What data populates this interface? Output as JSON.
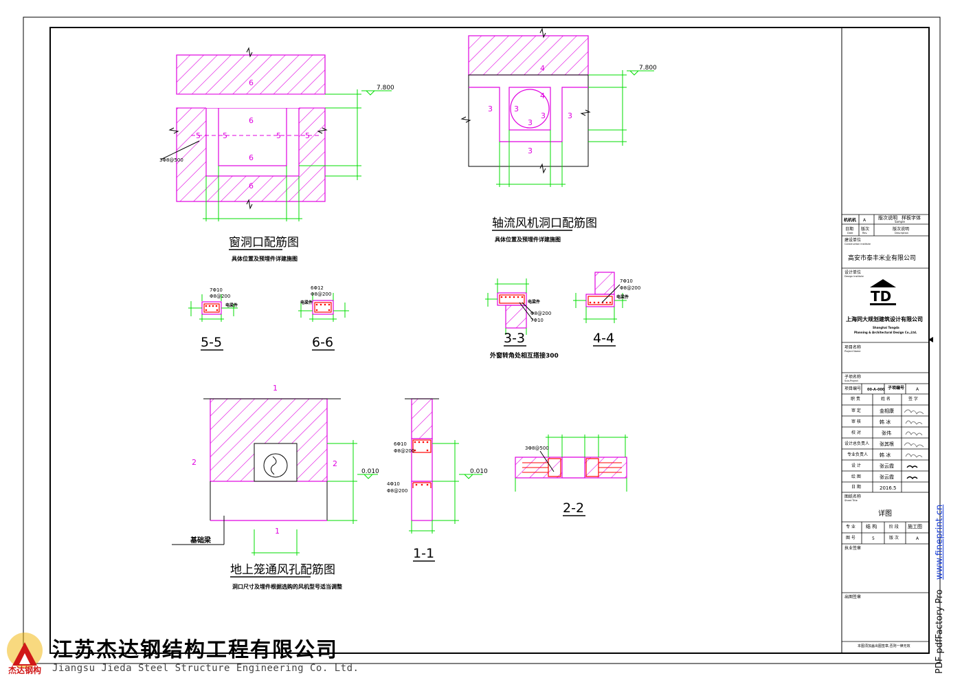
{
  "colors": {
    "frame": "#000000",
    "concrete": "#e000e0",
    "rebar": "#ff0000",
    "dimension": "#00dd00",
    "label": "#e000e0",
    "link": "#1a3fd6",
    "brand_red": "#d01818",
    "brand_yellow": "#f2b400"
  },
  "drawings": {
    "window": {
      "title": "窗洞口配筋图",
      "note": "具体位置及预埋件详建施图",
      "marks": {
        "six": "6",
        "five": "5"
      },
      "rebar_note": "3Φ8@500",
      "elev": "7.800"
    },
    "fan": {
      "title": "轴流风机洞口配筋图",
      "note": "具体位置及预埋件详建施图",
      "marks": {
        "four": "4",
        "three": "3"
      },
      "elev": "7.800"
    },
    "s55": {
      "label": "5-5",
      "top": "7Φ10",
      "stirrup": "Φ8@200",
      "tag": "电梁件"
    },
    "s66": {
      "label": "6-6",
      "top": "6Φ12",
      "stirrup": "Φ8@200",
      "tag": "电梁件"
    },
    "s33": {
      "label": "3-3",
      "tag": "电梁件",
      "stirrup": "Φ8@200",
      "bottom": "7Φ10",
      "note": "外窗转角处相互搭接300"
    },
    "s44": {
      "label": "4-4",
      "top": "7Φ10",
      "stirrup": "Φ8@200",
      "tag": "电梁件"
    },
    "ground": {
      "title": "地上笼通风孔配筋图",
      "note": "洞口尺寸及埋件根据选购的风机型号适当调整",
      "marks": {
        "one": "1",
        "two": "2"
      },
      "beam": "基础梁",
      "elev": "0.010"
    },
    "s11": {
      "label": "1-1",
      "top": "6Φ10",
      "top_stirrup": "Φ8@200",
      "bottom": "4Φ10",
      "bottom_stirrup": "Φ8@200",
      "elev": "0.010"
    },
    "s22": {
      "label": "2-2",
      "rebar": "3Φ8@500"
    }
  },
  "title_block": {
    "rev_head": [
      "版次说明",
      "样板字体"
    ],
    "rev_sample": "Sample",
    "rev_row": [
      "机机机",
      "A"
    ],
    "rev_cols": [
      "日期",
      "版次",
      "版次说明"
    ],
    "rev_cols_en": [
      "Date",
      "Rev.",
      "Description"
    ],
    "client_label": "建设单位",
    "client_label_en": "Construction Institute",
    "client": "高安市泰丰米业有限公司",
    "designer_label": "设计单位",
    "designer_label_en": "Design Institute",
    "logo_text": "TD",
    "designer_cn": "上海同大规划建筑设计有限公司",
    "designer_en1": "Shanghai Tongda",
    "designer_en2": "Planning & Architectural Design Co.,Ltd.",
    "project_label": "项目名称",
    "project_label_en": "Project Name",
    "subproject_label": "子项名称",
    "subproject_label_en": "Sub-Project",
    "project_no_label": "项目编号",
    "project_no": "00-A-000",
    "sub_no_label": "子项编号",
    "sub_no": "A",
    "staff_head": [
      "职 责",
      "姓 名",
      "签 字"
    ],
    "staff": [
      {
        "role": "审 定",
        "name": "金相康"
      },
      {
        "role": "审 核",
        "name": "韩 冰"
      },
      {
        "role": "校 对",
        "name": "张伟"
      },
      {
        "role": "设计总负责人",
        "name": "张其根"
      },
      {
        "role": "专业负责人",
        "name": "韩 冰"
      },
      {
        "role": "设 计",
        "name": "张云霞"
      },
      {
        "role": "绘 图",
        "name": "张云霞"
      },
      {
        "role": "日 期",
        "name": "2016.5"
      }
    ],
    "sheet_title_label": "图纸名称",
    "sheet_title_label_en": "Sheet Title",
    "sheet_title": "详图",
    "spec_row": [
      "专 业",
      "结 构",
      "阶 段",
      "施工图"
    ],
    "sheet_row": [
      "图 号",
      "5",
      "版 次",
      "A"
    ],
    "reg_label": "执业签章",
    "issue_label": "出图签章",
    "footer": "本图须加盖出图签章,否则一律无效"
  },
  "brand": {
    "company_cn": "江苏杰达钢结构工程有限公司",
    "company_en": "Jiangsu Jieda Steel Structure Engineering Co. Ltd.",
    "company_short": "杰达钢构",
    "pdf": "PDF pdfFactory Pro",
    "url": "www.fineprint.cn"
  }
}
